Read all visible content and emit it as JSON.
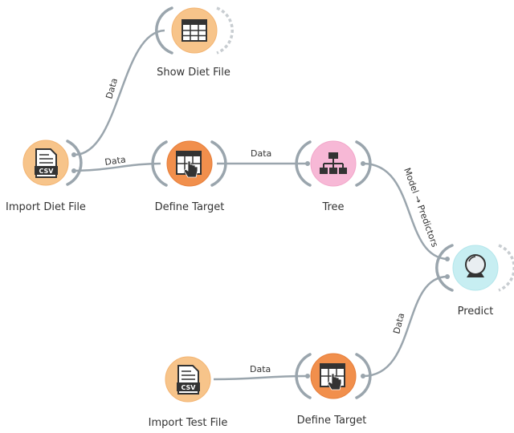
{
  "colors": {
    "data_orange": "#f7c48a",
    "transform_orange": "#f18f4c",
    "model_pink": "#f7b8d6",
    "eval_cyan": "#c7eef2",
    "link": "#9aa5ad"
  },
  "nodes": {
    "show_diet": {
      "label": "Show Diet File",
      "icon": "table-icon"
    },
    "import_diet": {
      "label": "Import Diet File",
      "icon": "csv-file-icon",
      "badge": "CSV"
    },
    "define_target_1": {
      "label": "Define Target",
      "icon": "select-columns-icon"
    },
    "tree": {
      "label": "Tree",
      "icon": "tree-icon"
    },
    "predict": {
      "label": "Predict",
      "icon": "crystal-ball-icon"
    },
    "import_test": {
      "label": "Import Test File",
      "icon": "csv-file-icon",
      "badge": "CSV"
    },
    "define_target_2": {
      "label": "Define Target",
      "icon": "select-columns-icon"
    }
  },
  "links": {
    "import_to_show": "Data",
    "import_to_define": "Data",
    "define_to_tree": "Data",
    "tree_to_predict": "Model → Predictors",
    "test_to_define": "Data",
    "define2_to_predict": "Data"
  }
}
